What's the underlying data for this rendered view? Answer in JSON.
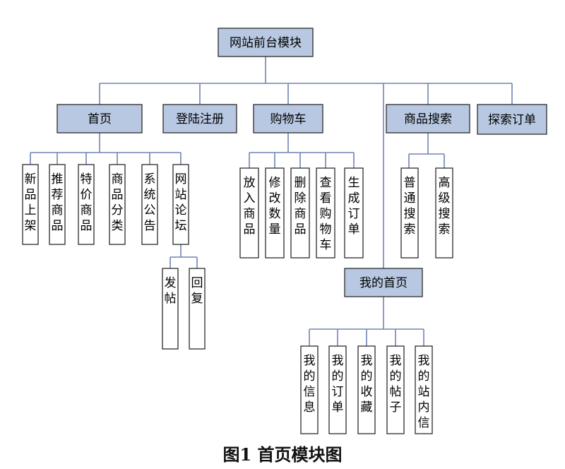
{
  "caption": "图1 首页模块图",
  "root": "网站前台模块",
  "modules": {
    "home": "首页",
    "login": "登陆注册",
    "cart": "购物车",
    "search": "商品搜索",
    "order": "探索订单"
  },
  "home_items": {
    "new": "新品上架",
    "recommend": "推荐商品",
    "special": "特价商品",
    "category": "商品分类",
    "notice": "系统公告",
    "forum": "网站论坛"
  },
  "forum_items": {
    "post": "发帖",
    "reply": "回复"
  },
  "cart_items": {
    "add": "放入商品",
    "modify": "修改数量",
    "delete": "删除商品",
    "view": "查看购物车",
    "checkout": "生成订单"
  },
  "search_items": {
    "normal": "普通搜索",
    "advanced": "高级搜索"
  },
  "my_home": "我的首页",
  "my_items": {
    "info": "我的信息",
    "orders": "我的订单",
    "favorites": "我的收藏",
    "posts": "我的帖子",
    "messages": "我的站内信"
  },
  "colors": {
    "header_fill": "#b8c8e2",
    "header_border": "#2b2b2b",
    "line": "#6f84b4",
    "box_fill": "#ffffff",
    "box_border": "#2b2b2b"
  }
}
